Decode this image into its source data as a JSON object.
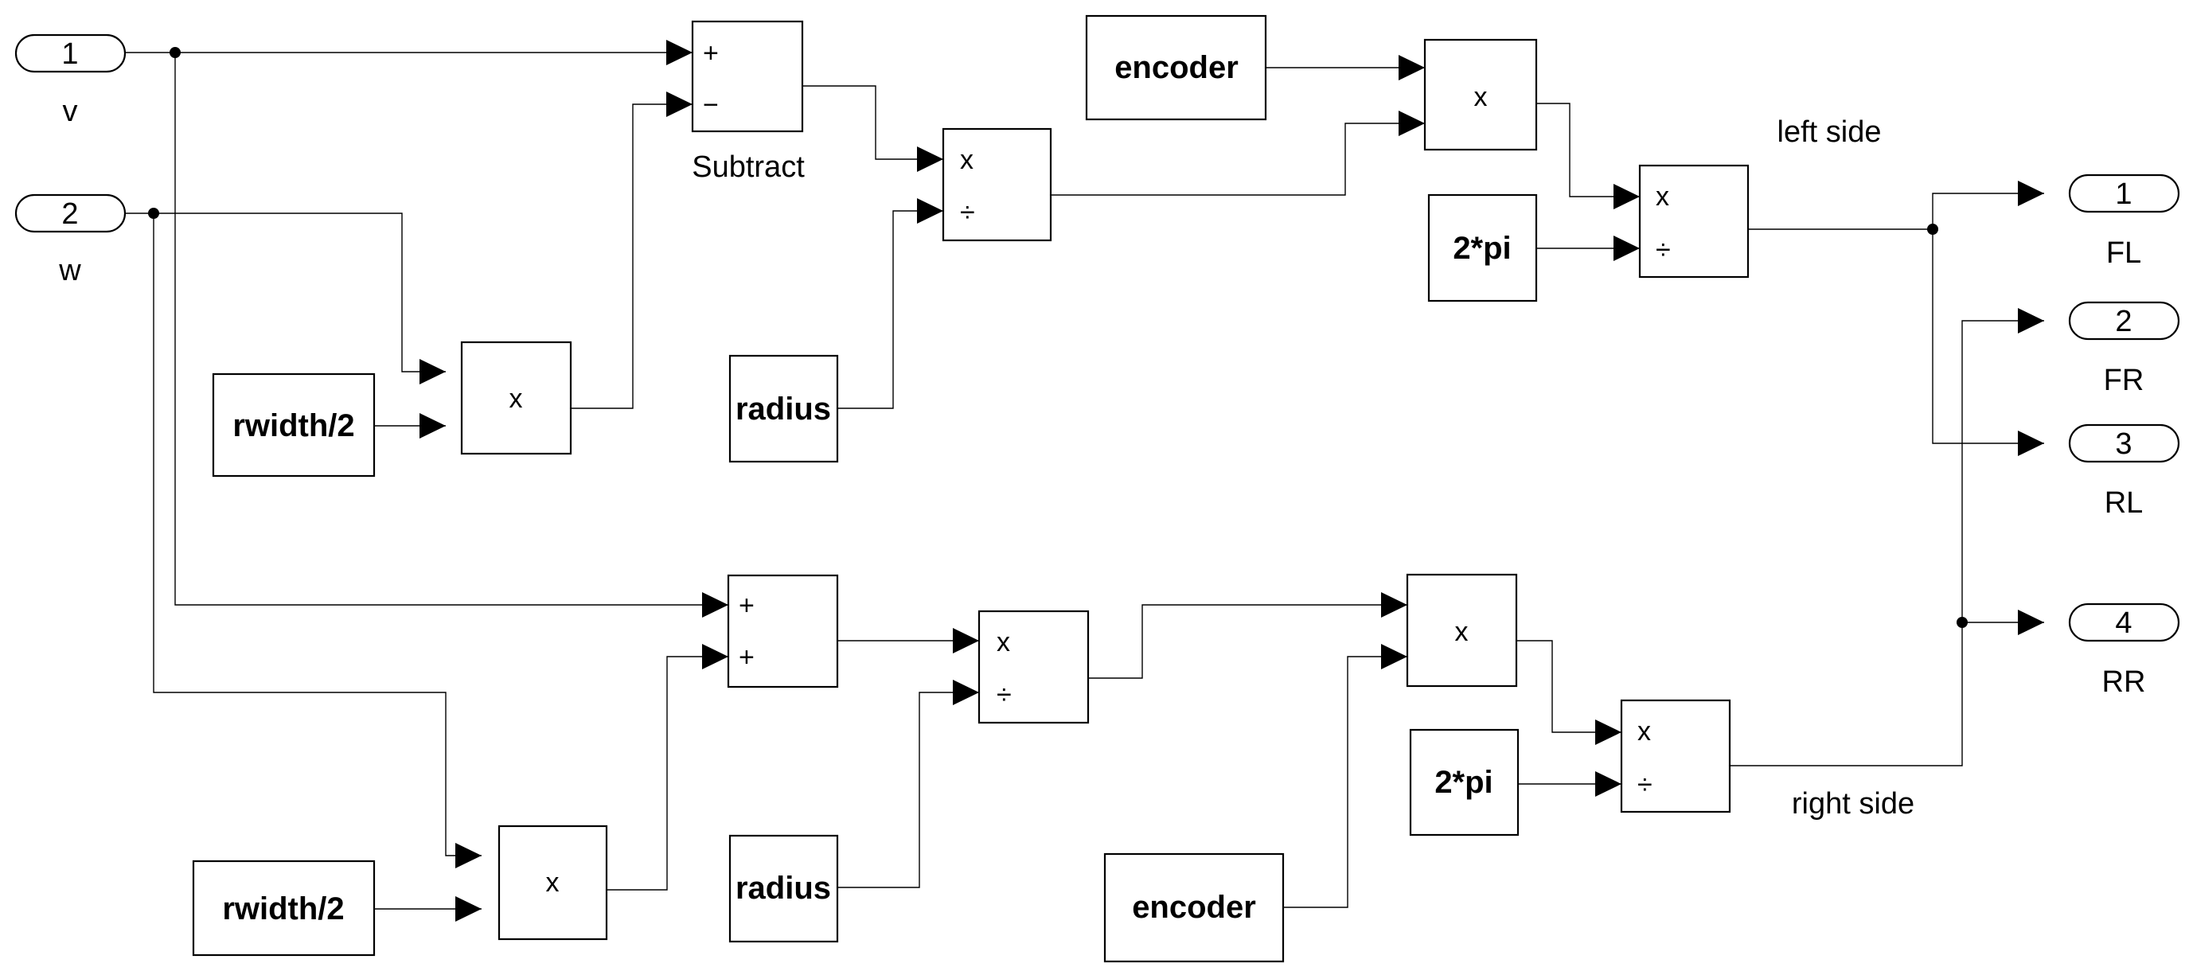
{
  "inports": [
    {
      "num": "1",
      "name": "v"
    },
    {
      "num": "2",
      "name": "w"
    }
  ],
  "outports": [
    {
      "num": "1",
      "name": "FL"
    },
    {
      "num": "2",
      "name": "FR"
    },
    {
      "num": "3",
      "name": "RL"
    },
    {
      "num": "4",
      "name": "RR"
    }
  ],
  "blocks": {
    "subtract_label": "Subtract",
    "subtract_signs": [
      "+",
      "−"
    ],
    "add_signs": [
      "+",
      "+"
    ],
    "product": "x",
    "divide": "÷",
    "const_rwidth": "rwidth/2",
    "const_radius": "radius",
    "const_encoder": "encoder",
    "const_2pi": "2*pi"
  },
  "annotations": {
    "left_side": "left side",
    "right_side": "right side"
  }
}
